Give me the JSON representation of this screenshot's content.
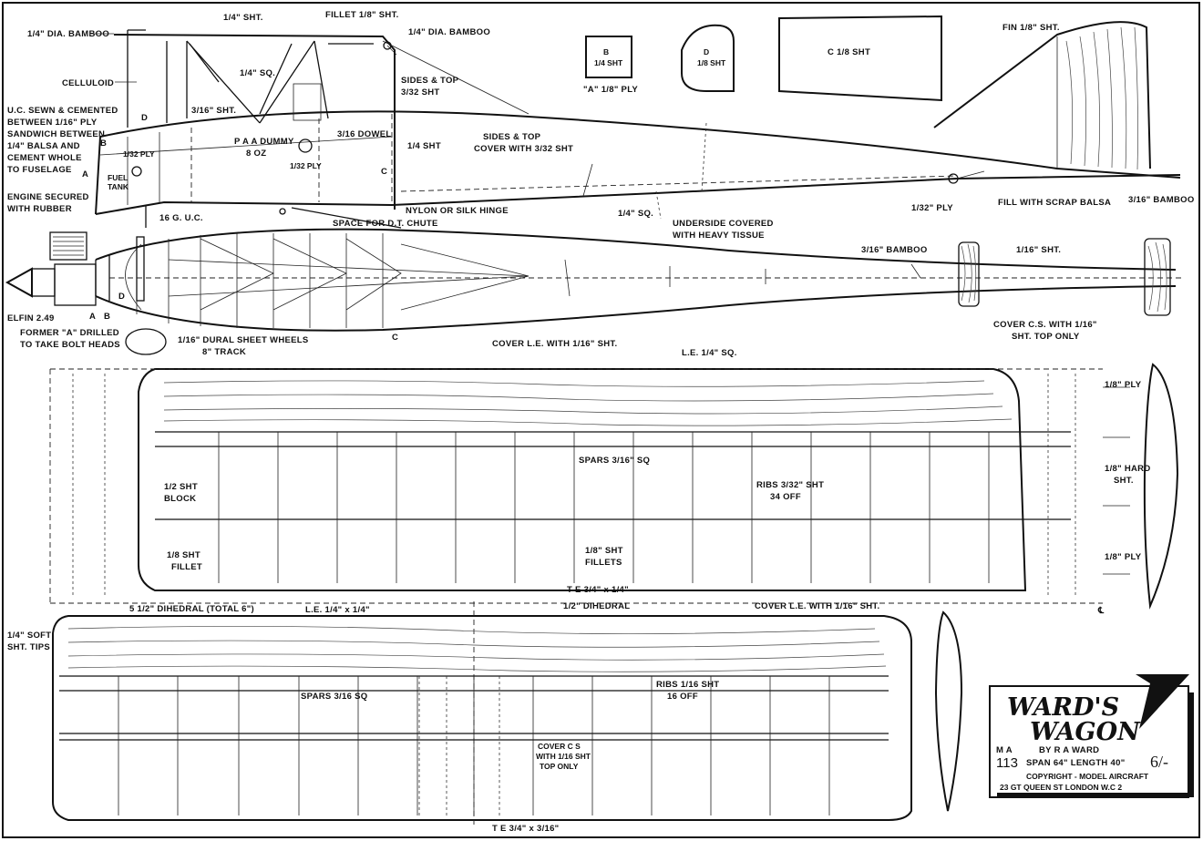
{
  "fuselage_side": {
    "labels": {
      "bamboo_top": "1/4\" DIA. BAMBOO",
      "sht_quarter": "1/4\" SHT.",
      "fillet": "FILLET 1/8\" SHT.",
      "bamboo_right": "1/4\" DIA. BAMBOO",
      "celluloid": "CELLULOID",
      "sq_quarter": "1/4\" SQ.",
      "sides_top_1": "SIDES & TOP",
      "sides_top_1b": "3/32 SHT",
      "uc_note_1": "U.C. SEWN & CEMENTED",
      "uc_note_2": "BETWEEN 1/16\" PLY",
      "uc_note_3": "SANDWICH BETWEEN",
      "uc_note_4": "1/4\" BALSA AND",
      "uc_note_5": "CEMENT WHOLE",
      "uc_note_6": "TO FUSELAGE",
      "sht_3_16": "3/16\" SHT.",
      "former_d": "D",
      "former_b": "B",
      "former_a": "A",
      "ply_1_32": "1/32 PLY",
      "fuel_tank_1": "FUEL",
      "fuel_tank_2": "TANK",
      "dummy_1": "P A A DUMMY",
      "dummy_2": "8 OZ",
      "dowel": "3/16 DOWEL",
      "ply_1_32b": "1/32 PLY",
      "sht_quarter_b": "1/4 SHT",
      "former_c": "C",
      "sides_top_2": "SIDES & TOP",
      "sides_top_2b": "COVER WITH 3/32 SHT",
      "engine_1": "ENGINE SECURED",
      "engine_2": "WITH RUBBER",
      "uc_16g": "16 G. U.C.",
      "hinge": "NYLON OR SILK HINGE",
      "dt_chute": "SPACE FOR D.T. CHUTE",
      "sq_quarter_b": "1/4\" SQ.",
      "underside_1": "UNDERSIDE COVERED",
      "underside_2": "WITH HEAVY TISSUE",
      "ply_1_32c": "1/32\" PLY",
      "fill_scrap": "FILL WITH SCRAP BALSA",
      "fin": "FIN 1/8\" SHT.",
      "bamboo_3_16": "3/16\" BAMBOO"
    }
  },
  "templates": {
    "b_label": "B",
    "b_sub": "1/4 SHT",
    "a_ply": "\"A\" 1/8\" PLY",
    "d_label": "D",
    "d_sub": "1/8 SHT",
    "c_label": "C  1/8 SHT"
  },
  "fuselage_plan": {
    "labels": {
      "elfin": "ELFIN 2.49",
      "former_a_1": "FORMER \"A\" DRILLED",
      "former_a_2": "TO TAKE BOLT HEADS",
      "wheels_1": "1/16\" DURAL SHEET WHEELS",
      "wheels_2": "8\" TRACK",
      "a": "A",
      "b": "B",
      "d": "D",
      "c": "C",
      "bamboo": "3/16\" BAMBOO",
      "sht": "1/16\" SHT."
    }
  },
  "tailplane": {
    "labels": {
      "cover_le": "COVER  L.E. WITH 1/16\" SHT.",
      "le_sq": "L.E. 1/4\" SQ.",
      "cover_cs_1": "COVER C.S. WITH 1/16\"",
      "cover_cs_2": "SHT. TOP ONLY",
      "ply_top": "1/8\" PLY",
      "hard_1": "1/8\" HARD",
      "hard_2": "SHT.",
      "ply_bot": "1/8\" PLY",
      "spars": "SPARS 3/16\" SQ",
      "ribs_1": "RIBS 3/32\" SHT",
      "ribs_2": "34  OFF",
      "block_1": "1/2 SHT",
      "block_2": "BLOCK",
      "fillet_1": "1/8 SHT",
      "fillet_2": "FILLET",
      "fillets_1": "1/8\" SHT",
      "fillets_2": "FILLETS",
      "te": "T E   3/4\" x 1/4\"",
      "cl": "℄"
    }
  },
  "wing": {
    "labels": {
      "dihedral_outer": "5 1/2\" DIHEDRAL  (TOTAL 6\")",
      "dihedral_inner": "1/2\" DIHEDRAL",
      "le": "L.E.  1/4\" x 1/4\"",
      "cover_le": "COVER  L.E.  WITH 1/16\" SHT.",
      "tips_1": "1/4\" SOFT",
      "tips_2": "SHT. TIPS",
      "spars": "SPARS 3/16 SQ",
      "ribs_1": "RIBS 1/16 SHT",
      "ribs_2": "16  OFF",
      "cover_cs_1": "COVER C S",
      "cover_cs_2": "WITH 1/16 SHT",
      "cover_cs_3": "TOP ONLY",
      "te": "T E  3/4\" x 3/16\""
    }
  },
  "title_block": {
    "title_1": "WARD'S",
    "title_2": "WAGON",
    "by": "BY  R A WARD",
    "ma": "M A",
    "number": "113",
    "spec": "SPAN  64\"   LENGTH  40\"",
    "price": "6/-",
    "copyright": "COPYRIGHT - MODEL  AIRCRAFT",
    "address": "23 GT  QUEEN  ST        LONDON  W.C 2"
  }
}
